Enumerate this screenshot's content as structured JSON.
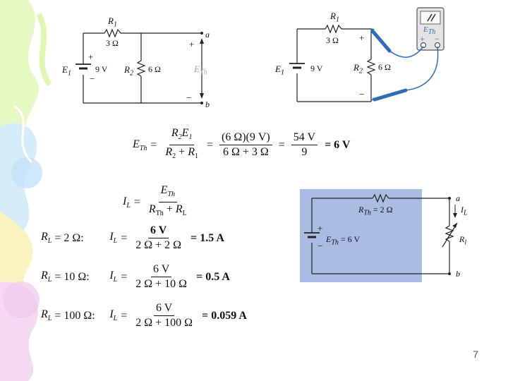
{
  "circuit1": {
    "r1_label": "R",
    "r1_sub": "1",
    "r1_value": "3 Ω",
    "e1_label": "E",
    "e1_sub": "1",
    "e1_value": "9 V",
    "r2_label": "R",
    "r2_sub": "2",
    "r2_value": "6 Ω",
    "plus": "+",
    "minus": "−",
    "node_a": "a",
    "node_b": "b",
    "eth_label": "E",
    "eth_sub": "Th"
  },
  "circuit2": {
    "r1_label": "R",
    "r1_sub": "1",
    "r1_value": "3 Ω",
    "e1_label": "E",
    "e1_sub": "1",
    "e1_value": "9 V",
    "r2_label": "R",
    "r2_sub": "2",
    "r2_value": "6 Ω",
    "plus": "+",
    "minus": "−",
    "meter_label": "E",
    "meter_sub": "Th",
    "meter_plus": "+",
    "meter_minus": "−"
  },
  "circuit3": {
    "rth_label": "R",
    "rth_sub": "Th",
    "rth_value": "= 2 Ω",
    "eth_label": "E",
    "eth_sub": "Th",
    "eth_value": "= 6 V",
    "node_a": "a",
    "node_b": "b",
    "il_label": "I",
    "il_sub": "L",
    "rl_label": "R",
    "rl_sub": "l",
    "plus": "+",
    "minus": "−",
    "bg_color": "#a9bde2"
  },
  "eq_eth": {
    "lhs": "E",
    "lhs_sub": "Th",
    "f1_num_a": "R",
    "f1_num_a_sub": "2",
    "f1_num_b": "E",
    "f1_num_b_sub": "1",
    "f1_den_a": "R",
    "f1_den_a_sub": "2",
    "f1_den_plus": "+",
    "f1_den_b": "R",
    "f1_den_b_sub": "1",
    "f2_num": "(6 Ω)(9 V)",
    "f2_den": "6 Ω + 3 Ω",
    "f3_num": "54 V",
    "f3_den": "9",
    "result": "= 6 V"
  },
  "eq_il": {
    "lhs": "I",
    "lhs_sub": "L",
    "num": "E",
    "num_sub": "Th",
    "den_a": "R",
    "den_a_sub": "Th",
    "den_plus": "+",
    "den_b": "R",
    "den_b_sub": "L"
  },
  "cases": [
    {
      "rl": "R",
      "rl_sub": "L",
      "cond": "= 2 Ω:",
      "il": "I",
      "il_sub": "L",
      "num": "6 V",
      "den": "2 Ω + 2 Ω",
      "result": "= 1.5 A"
    },
    {
      "rl": "R",
      "rl_sub": "L",
      "cond": "= 10 Ω:",
      "il": "I",
      "il_sub": "L",
      "num": "6 V",
      "den": "2 Ω + 10 Ω",
      "result": "= 0.5 A"
    },
    {
      "rl": "R",
      "rl_sub": "L",
      "cond": "= 100 Ω:",
      "il": "I",
      "il_sub": "L",
      "num": "6 V",
      "den": "2 Ω + 100 Ω",
      "result": "= 0.059 A"
    }
  ],
  "page_number": "7",
  "colors": {
    "wire": "#222222",
    "probe": "#2f6db5",
    "deco_green": "#d8f5a0",
    "deco_blue": "#cfe8fb",
    "deco_pink": "#f7d7f1",
    "deco_yellow": "#fbf2b9"
  }
}
